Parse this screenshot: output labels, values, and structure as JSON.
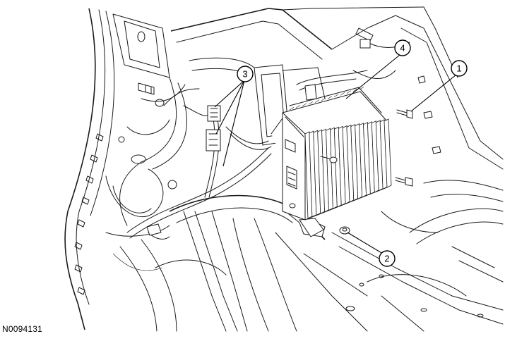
{
  "figure": {
    "id": "N0094131"
  },
  "callouts": [
    {
      "label": "1"
    },
    {
      "label": "2"
    },
    {
      "label": "3"
    },
    {
      "label": "4"
    }
  ]
}
